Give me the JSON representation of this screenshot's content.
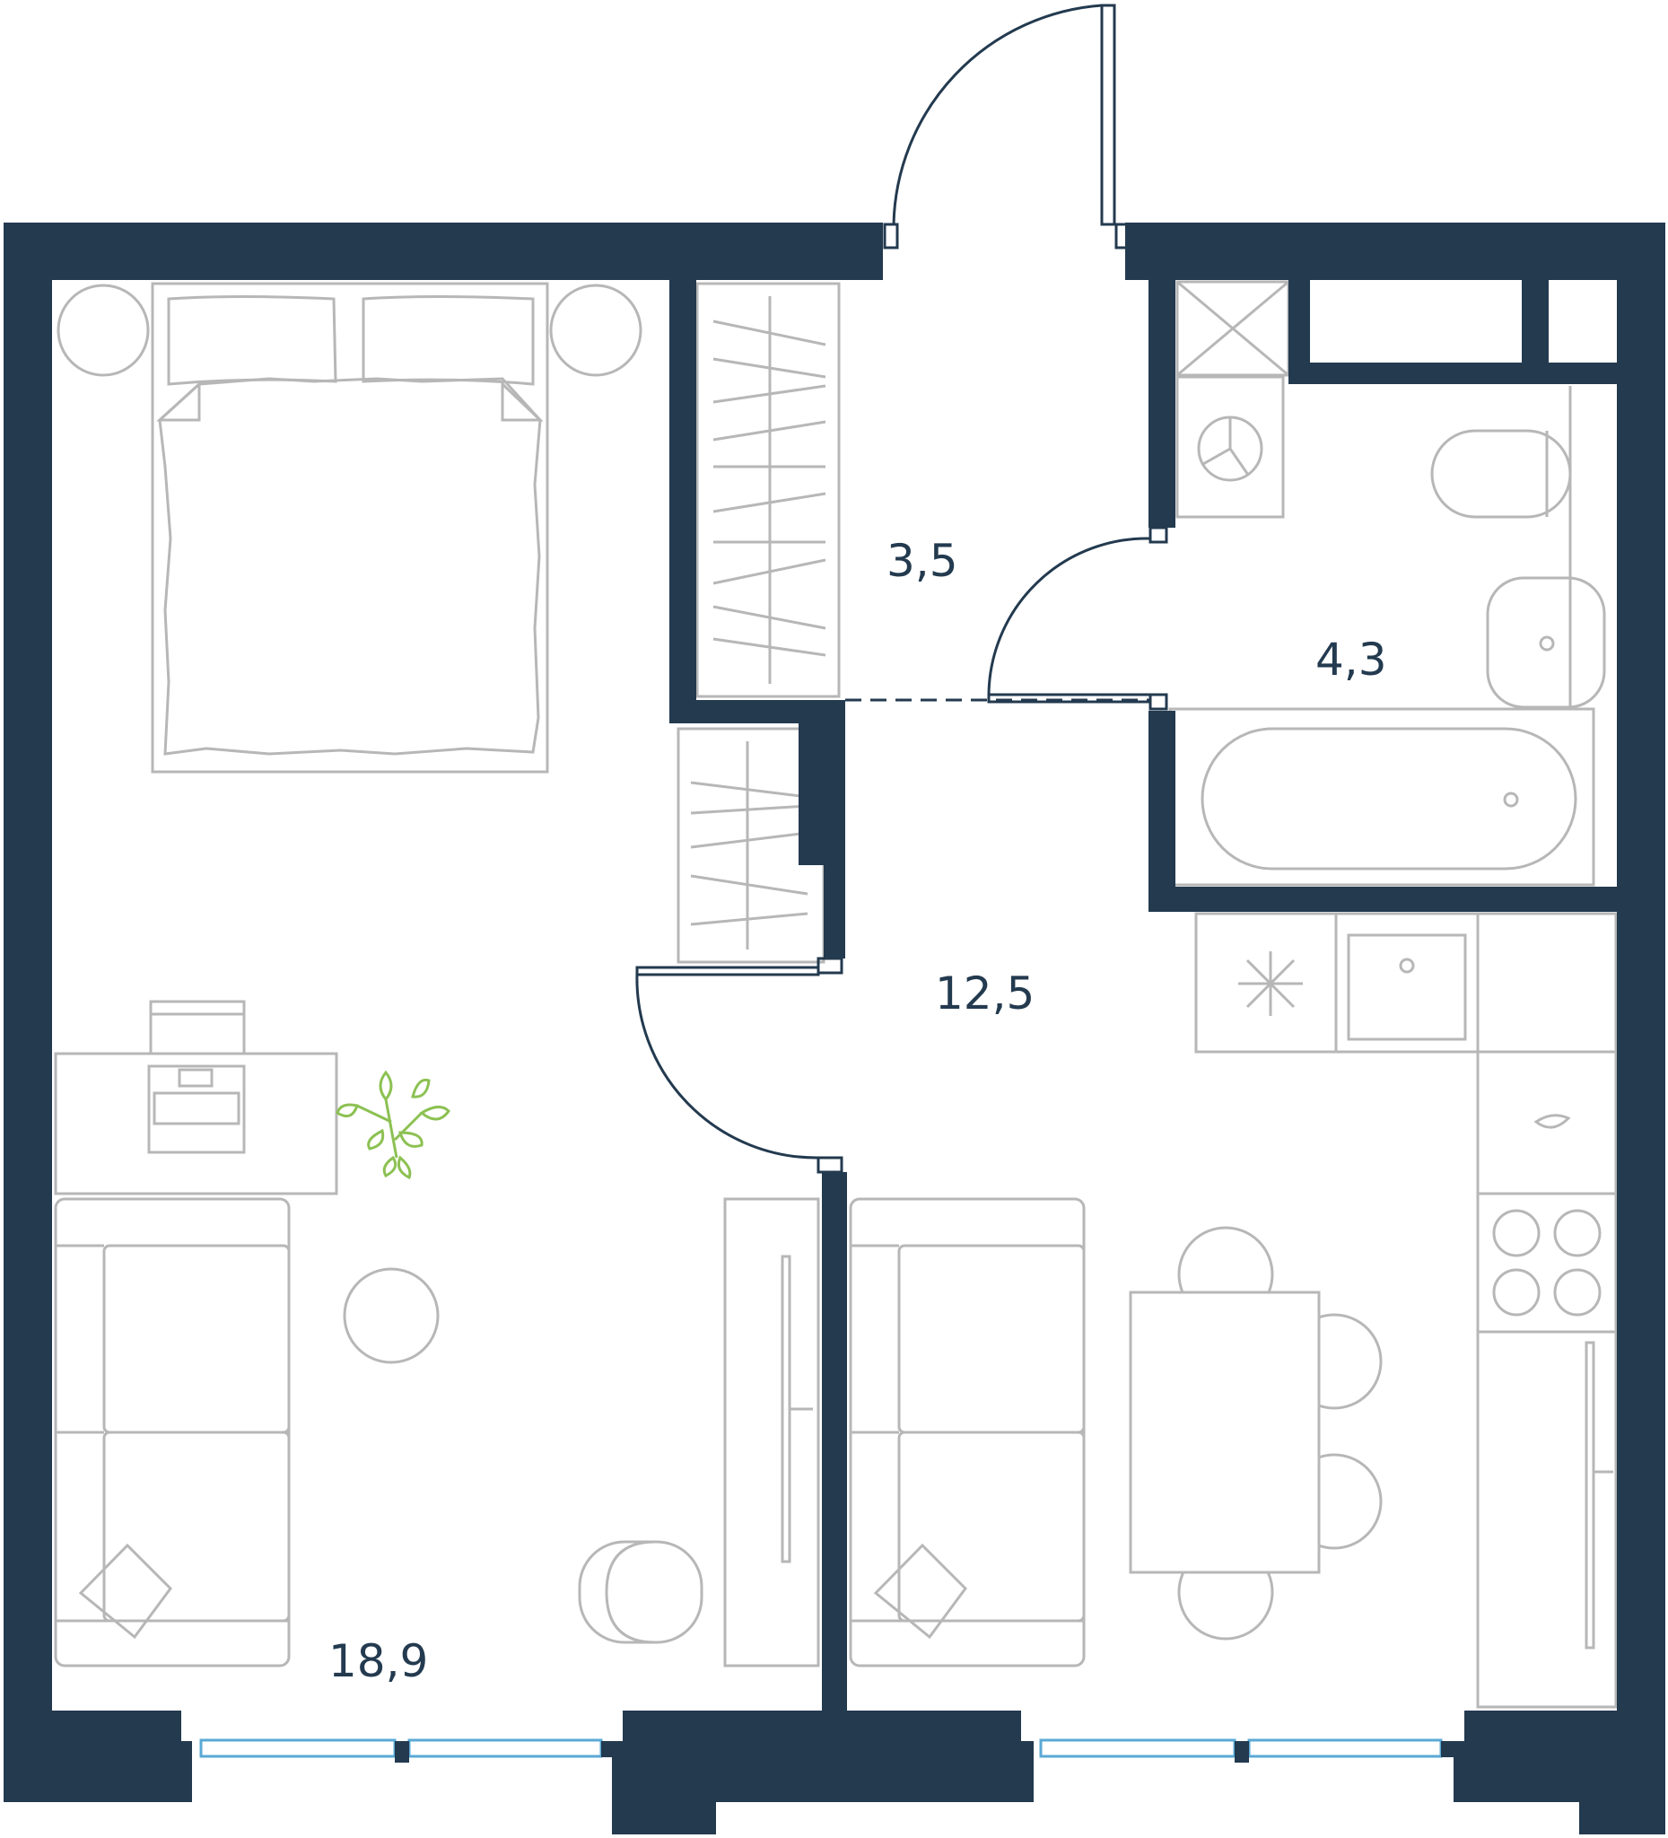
{
  "colors": {
    "wall": "#233a4f",
    "furniture": "#b7b7b7",
    "door": "#233a4f",
    "window": "#5aa9d6",
    "plant": "#8cc152",
    "background": "#ffffff"
  },
  "rooms": {
    "bedroom_living": {
      "area": "18,9"
    },
    "hallway": {
      "area": "3,5"
    },
    "bathroom": {
      "area": "4,3"
    },
    "kitchen_living": {
      "area": "12,5"
    }
  }
}
